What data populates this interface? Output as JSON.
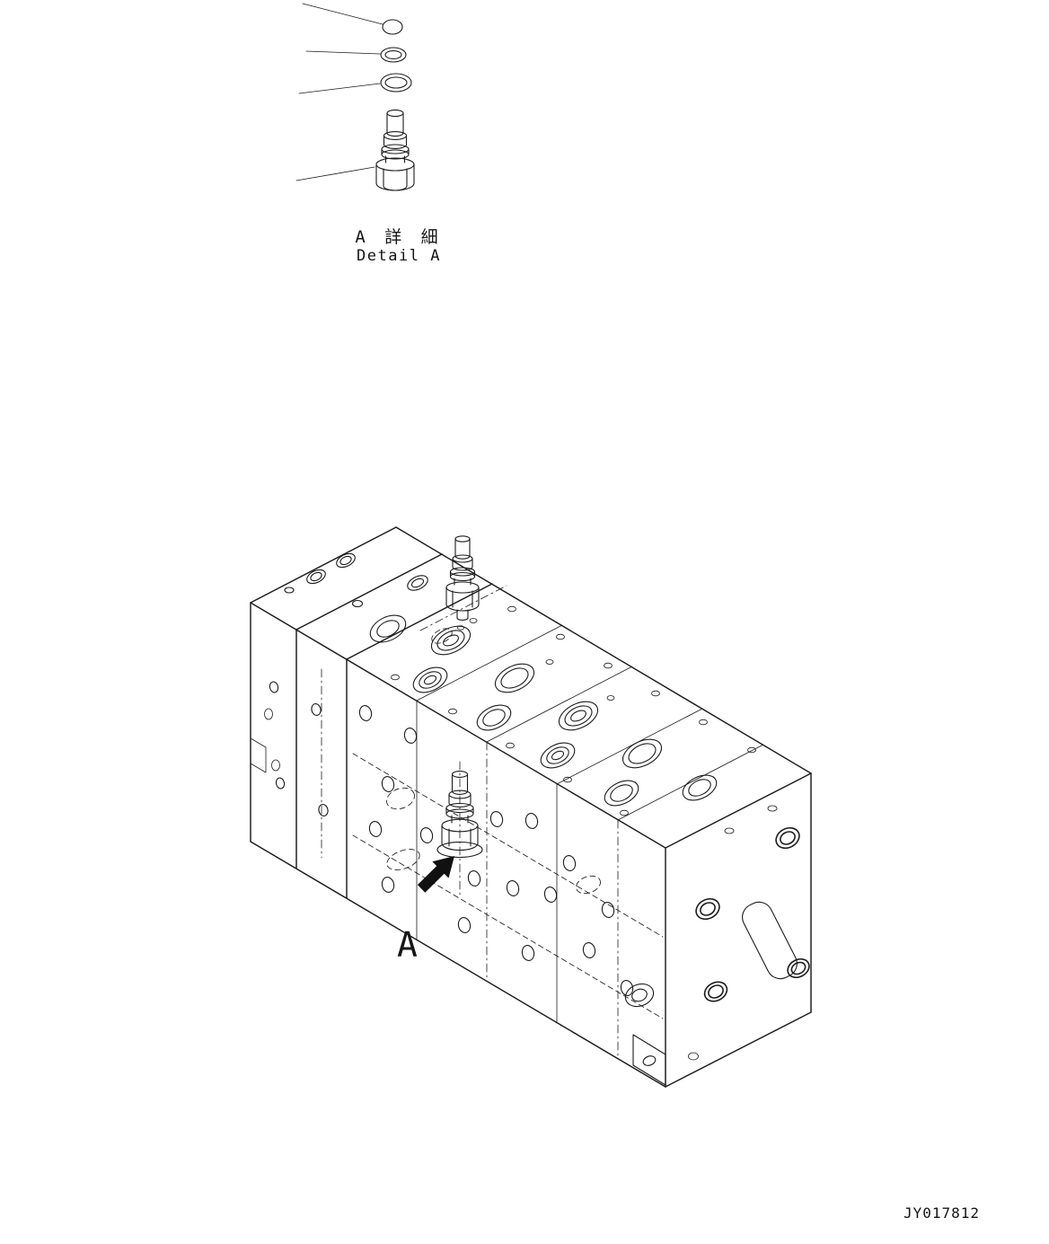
{
  "palette": {
    "background": "#ffffff",
    "line": "#1c1c1c",
    "arrow_fill": "#111111"
  },
  "detail_view": {
    "title_ja": "A 詳 細",
    "title_en": "Detail A"
  },
  "main_view": {
    "location_label": "A"
  },
  "footer": {
    "drawing_number": "JY017812"
  }
}
